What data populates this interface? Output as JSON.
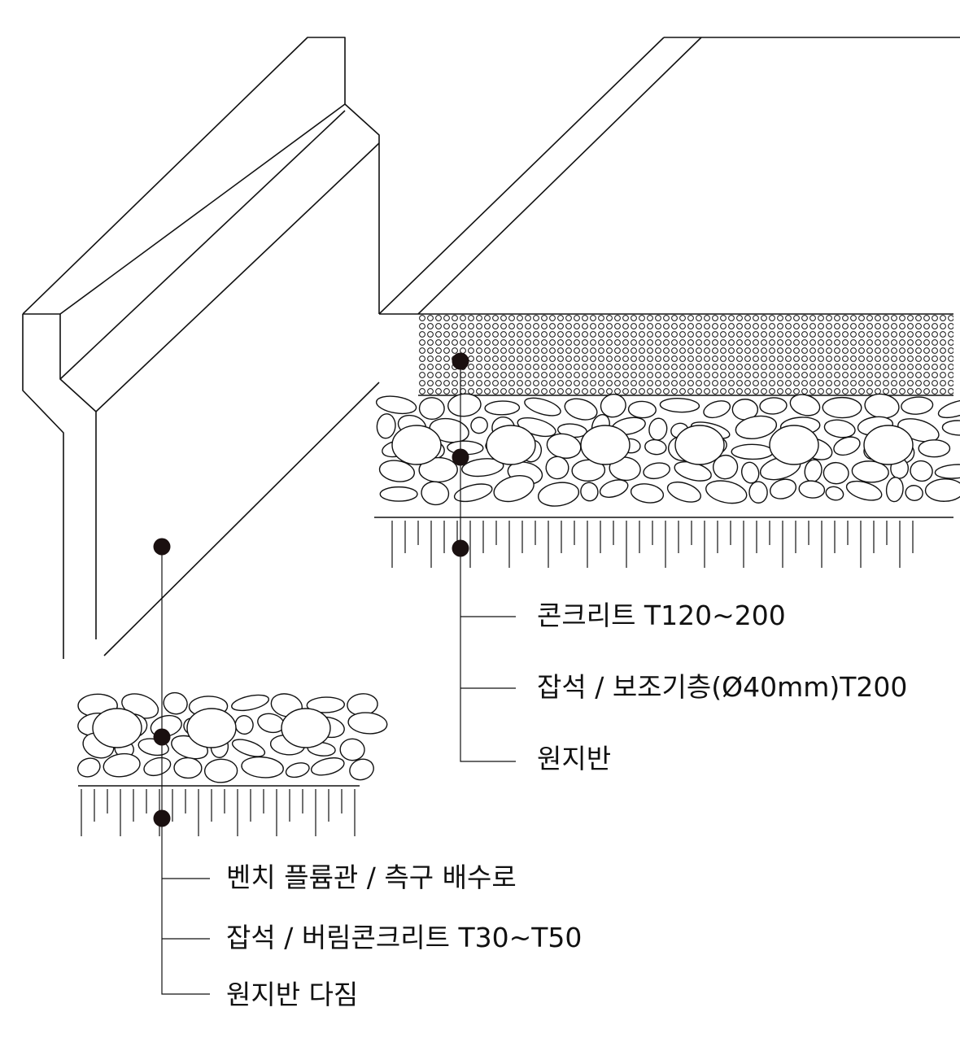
{
  "colors": {
    "line": "#111111",
    "dot": "#1a1010",
    "background": "#ffffff"
  },
  "right_section": {
    "labels": {
      "concrete": "콘크리트 T120~200",
      "gravel": "잡석 / 보조기층(Ø40mm)T200",
      "subgrade": "원지반"
    }
  },
  "left_section": {
    "labels": {
      "flume": "벤치 플륨관 / 측구 배수로",
      "gravel": "잡석 / 버림콘크리트 T30~T50",
      "subgrade": "원지반 다짐"
    }
  }
}
